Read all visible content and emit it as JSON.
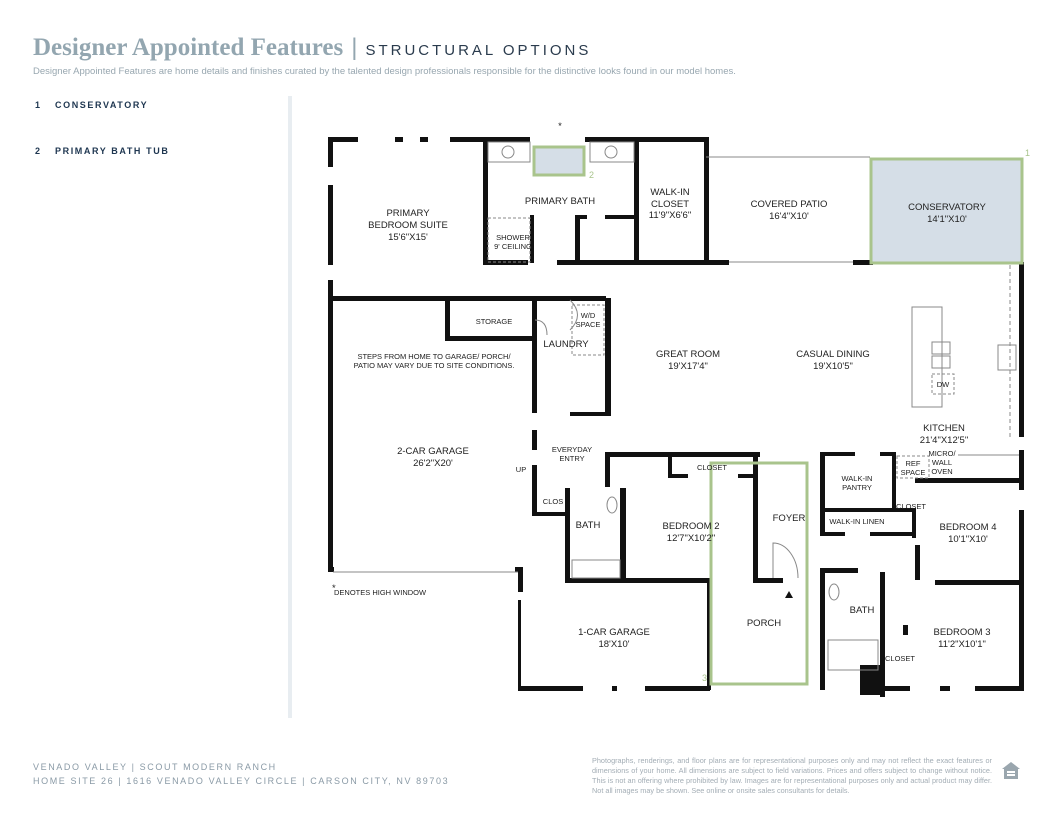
{
  "header": {
    "title": "Designer Appointed Features",
    "divider": "|",
    "subtitle": "STRUCTURAL OPTIONS",
    "description": "Designer Appointed Features are home details and finishes curated by the talented design professionals responsible for the distinctive looks found in our model homes."
  },
  "options": [
    {
      "number": "1",
      "label": "CONSERVATORY"
    },
    {
      "number": "2",
      "label": "PRIMARY BATH TUB"
    }
  ],
  "plan": {
    "high_window_mark": "*",
    "markers": [
      "1",
      "2",
      "3"
    ],
    "rooms": {
      "primary_suite": [
        "PRIMARY",
        "BEDROOM SUITE",
        "15'6\"X15'"
      ],
      "primary_bath": "PRIMARY BATH",
      "walk_in_closet": [
        "WALK-IN",
        "CLOSET",
        "11'9\"X6'6\""
      ],
      "covered_patio": [
        "COVERED PATIO",
        "16'4\"X10'"
      ],
      "conservatory": [
        "CONSERVATORY",
        "14'1\"X10'"
      ],
      "shower": [
        "SHOWER",
        "9' CEILING"
      ],
      "storage": "STORAGE",
      "wd_space": [
        "W/D",
        "SPACE"
      ],
      "laundry": "LAUNDRY",
      "garage_note": [
        "STEPS FROM HOME TO GARAGE/ PORCH/",
        "PATIO MAY VARY DUE TO SITE CONDITIONS."
      ],
      "great_room": [
        "GREAT ROOM",
        "19'X17'4\""
      ],
      "casual_dining": [
        "CASUAL DINING",
        "19'X10'5\""
      ],
      "dw": "DW",
      "kitchen": [
        "KITCHEN",
        "21'4\"X12'5\""
      ],
      "two_car_garage": [
        "2-CAR GARAGE",
        "26'2\"X20'"
      ],
      "everyday_entry": [
        "EVERYDAY",
        "ENTRY"
      ],
      "up": "UP",
      "clos": "CLOS",
      "bath": "BATH",
      "bedroom2": [
        "BEDROOM 2",
        "12'7\"X10'2\""
      ],
      "closet": "CLOSET",
      "foyer": "FOYER",
      "walk_in_pantry": [
        "WALK-IN",
        "PANTRY"
      ],
      "ref_space": [
        "REF",
        "SPACE"
      ],
      "micro_wall_oven": [
        "MICRO/",
        "WALL",
        "OVEN"
      ],
      "walk_in_linen": "WALK-IN LINEN",
      "bedroom4": [
        "BEDROOM 4",
        "10'1\"X10'"
      ],
      "high_window_note": "DENOTES HIGH WINDOW",
      "porch": "PORCH",
      "one_car_garage": [
        "1-CAR GARAGE",
        "18'X10'"
      ],
      "bedroom3": [
        "BEDROOM 3",
        "11'2\"X10'1\""
      ]
    }
  },
  "footer": {
    "line1": "VENADO VALLEY  |  SCOUT MODERN RANCH",
    "line2": "HOME SITE 26  |  1616 VENADO VALLEY CIRCLE  |  CARSON CITY, NV 89703",
    "disclaimer": "Photographs, renderings, and floor plans are for representational purposes only and may not reflect the exact features or dimensions of your home. All dimensions are subject to field variations. Prices and offers subject to change without notice. This is not an offering where prohibited by law. Images are for representational purposes only and actual product may differ. Not all images may be shown. See online or onsite sales consultants for details."
  },
  "colors": {
    "highlight": "#a9c48c",
    "highlight_fill": "#d5dee7",
    "wall": "#111111",
    "title": "#93a6b0",
    "navy": "#1e3650"
  }
}
